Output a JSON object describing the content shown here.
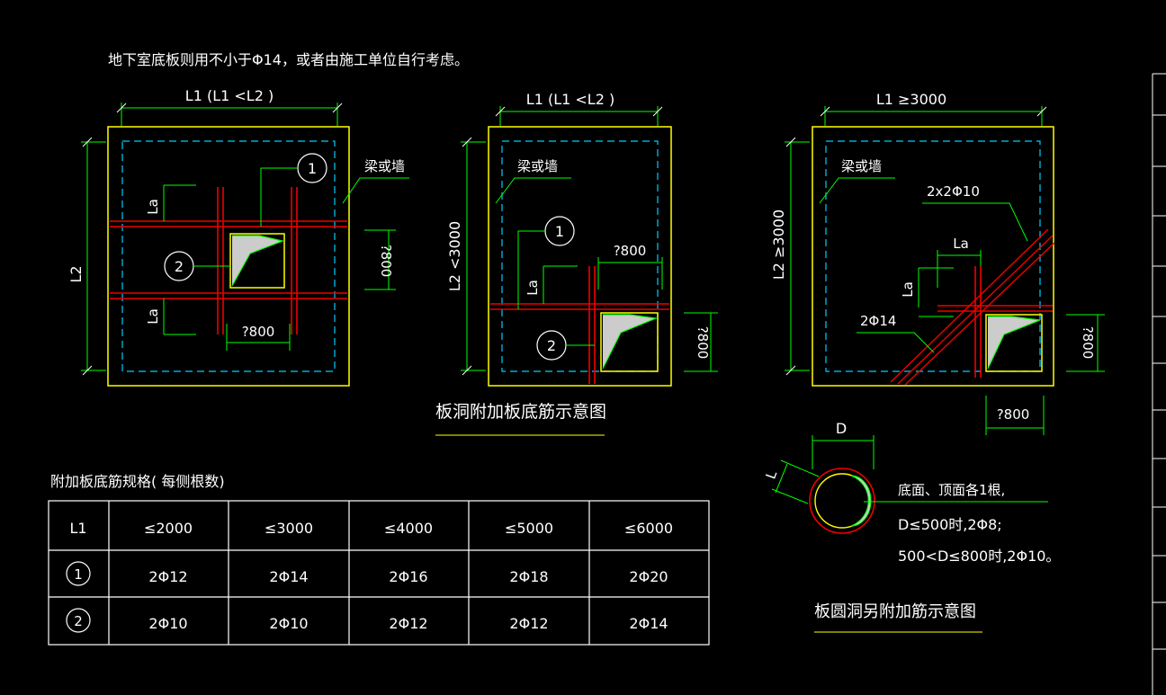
{
  "note_top": "地下室底板则用不小于Φ14，或者由施工单位自行考虑。",
  "detail1": {
    "width_label": "L1 (L1 <L2 )",
    "height_label": "L2",
    "beam_label": "梁或墙",
    "callout1": "1",
    "callout2": "2",
    "la_top": "La",
    "la_bottom": "La",
    "hole_h": "?800",
    "hole_w": "?800"
  },
  "detail2": {
    "width_label": "L1 (L1 <L2 )",
    "height_label": "L2 <3000",
    "beam_label": "梁或墙",
    "callout1": "1",
    "callout2": "2",
    "la": "La",
    "hole_w": "?800",
    "hole_h": "?800",
    "caption": "板洞附加板底筋示意图"
  },
  "detail3": {
    "width_label": "L1 ≥3000",
    "height_label": "L2 ≥3000",
    "beam_label": "梁或墙",
    "diag_bar": "2x2Φ10",
    "la_h": "La",
    "la_v": "La",
    "bar_14": "2Φ14",
    "hole_h": "?800",
    "hole_w": "?800"
  },
  "round_hole": {
    "d_label": "D",
    "l_label": "L",
    "note1": "底面、顶面各1根,",
    "note2": "D≤500时,2Φ8;",
    "note3": "500<D≤800时,2Φ10。",
    "caption": "板圆洞另附加筋示意图"
  },
  "table": {
    "title": "附加板底筋规格( 每侧根数)",
    "header": [
      "L1",
      "≤2000",
      "≤3000",
      "≤4000",
      "≤5000",
      "≤6000"
    ],
    "rows": [
      {
        "id": "1",
        "cells": [
          "2Φ12",
          "2Φ14",
          "2Φ16",
          "2Φ18",
          "2Φ20"
        ]
      },
      {
        "id": "2",
        "cells": [
          "2Φ10",
          "2Φ10",
          "2Φ12",
          "2Φ12",
          "2Φ14"
        ]
      }
    ]
  }
}
